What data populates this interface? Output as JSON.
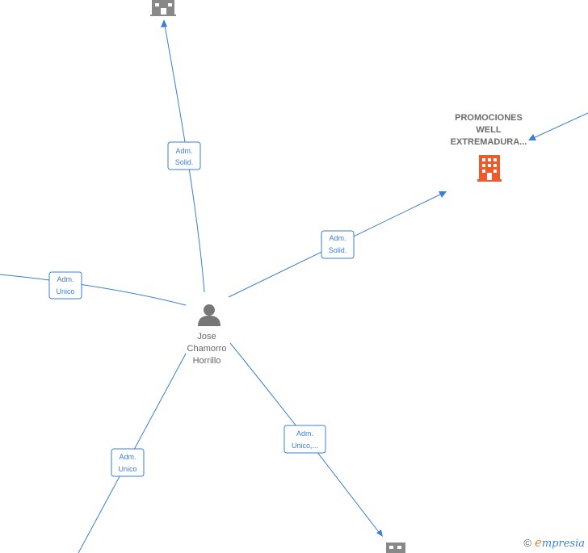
{
  "colors": {
    "edge": "#3a7fd5",
    "company_icon": "#888888",
    "highlight_icon": "#f05a2b",
    "person_icon": "#777777"
  },
  "person": {
    "name_lines": [
      "Jose",
      "Chamorro",
      "Horrillo"
    ],
    "icon": "person-icon"
  },
  "companies": {
    "highlight": {
      "name_lines": [
        "PROMOCIONES",
        "WELL",
        "EXTREMADURA..."
      ],
      "icon": "building-icon"
    }
  },
  "edge_labels": [
    [
      "Adm.",
      "Solid."
    ],
    [
      "Adm.",
      "Solid."
    ],
    [
      "Adm.",
      "Unico"
    ],
    [
      "Adm.",
      "Unico"
    ],
    [
      "Adm.",
      "Unico,..."
    ]
  ],
  "footer": {
    "copyright": "©",
    "brand_initial": "e",
    "brand_rest": "mpresia"
  }
}
